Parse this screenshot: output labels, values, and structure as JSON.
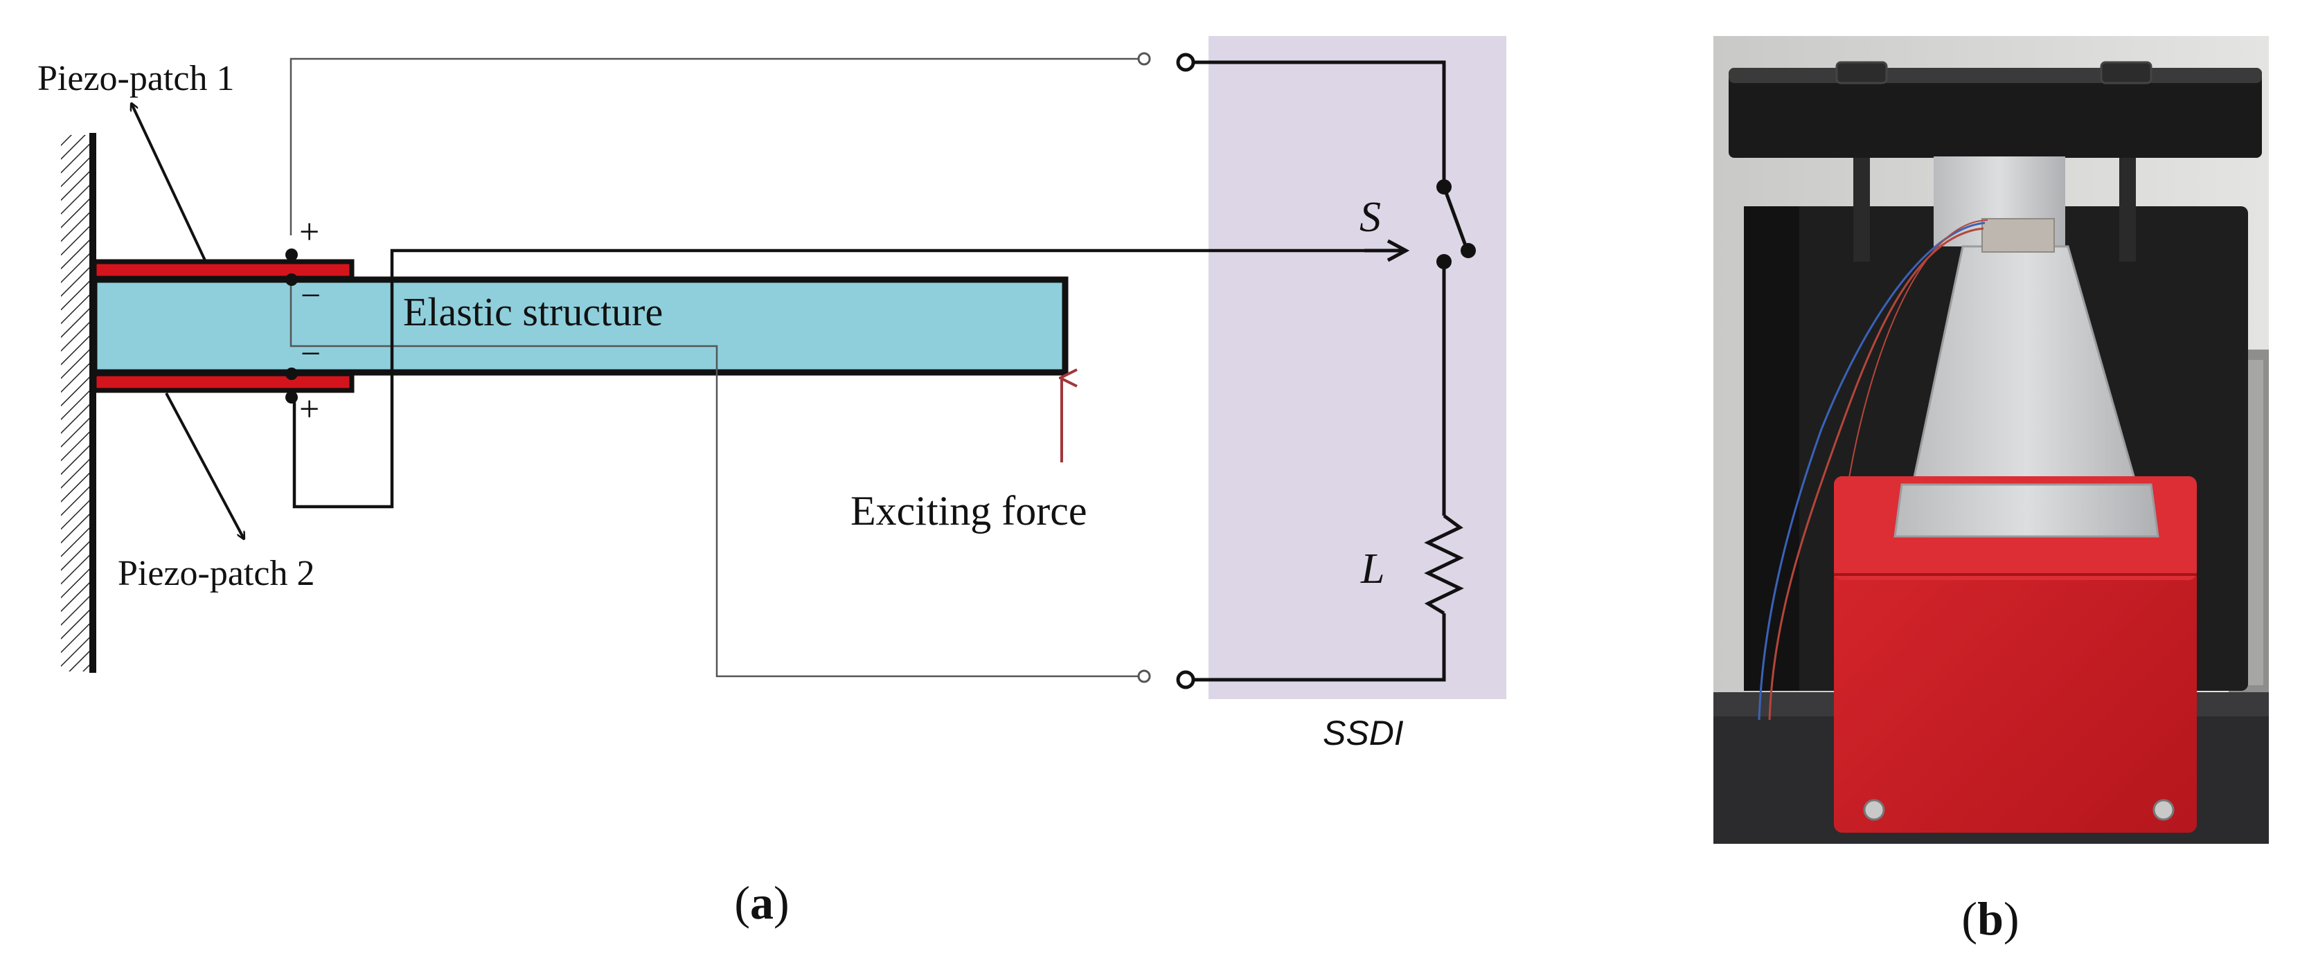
{
  "panel_a": {
    "piezo_patch_1_label": "Piezo-patch 1",
    "piezo_patch_2_label": "Piezo-patch 2",
    "elastic_structure_label": "Elastic structure",
    "exciting_force_label": "Exciting force",
    "switch_label": "S",
    "inductor_label": "L",
    "ssdi_label": "SSDI",
    "plus_sign": "+",
    "minus_sign": "−",
    "caption_letter": "a"
  },
  "panel_b": {
    "caption_letter": "b"
  },
  "colors": {
    "beam_fill": "#8fcfdc",
    "piezo_fill": "#d4141c",
    "ssdi_box": "#ddd6e6",
    "force_arrow": "#a2373a",
    "red_box": "#cf2128",
    "aluminium": "#c8cacc"
  }
}
